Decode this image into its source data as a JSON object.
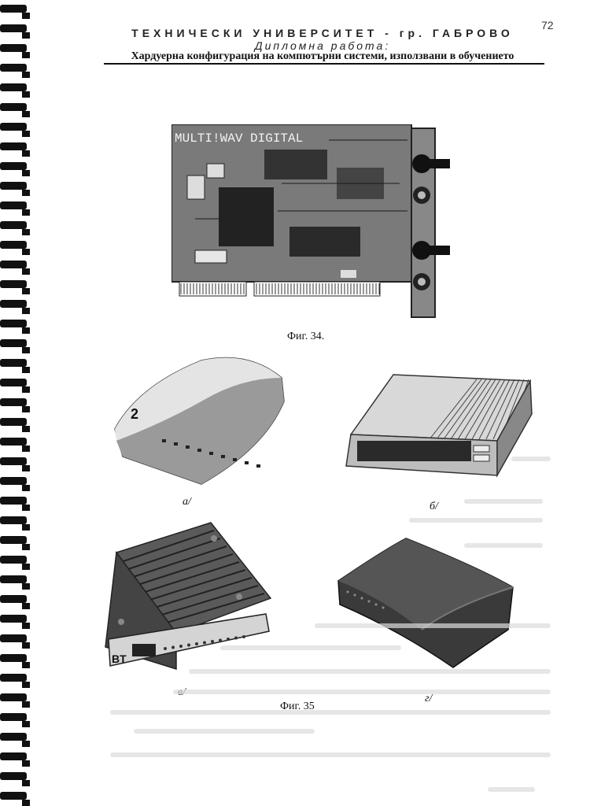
{
  "header": {
    "page_number": "72",
    "university": "ТЕХНИЧЕСКИ УНИВЕРСИТЕТ - гр. ГАБРОВО",
    "thesis": "Дипломна работа:",
    "subtitle": "Хардуерна конфигурация на компютърни системи, използвани в обучението"
  },
  "figure_34": {
    "board_text": "MULTI!WAV DIGITAL",
    "caption": "Фиг. 34."
  },
  "figure_35": {
    "label_a": "а/",
    "label_b": "б/",
    "label_v": "в/",
    "label_g": "г/",
    "caption": "Фиг. 35",
    "modem_v_logo": "BT"
  }
}
